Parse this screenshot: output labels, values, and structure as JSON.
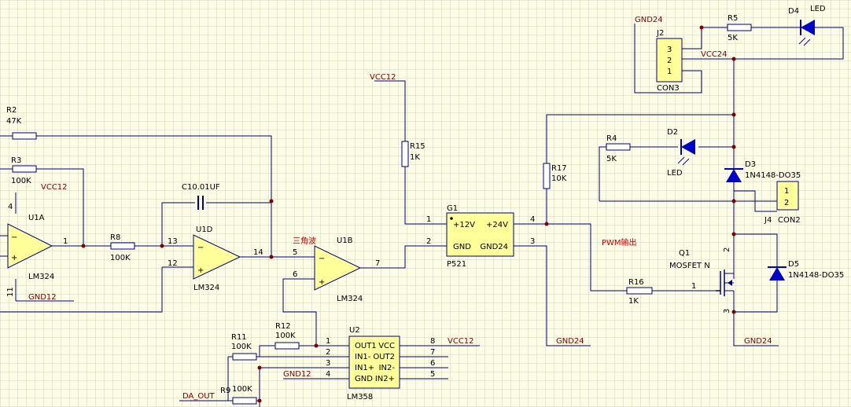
{
  "palette": {
    "background": "#fdfde6",
    "grid": "#ccd4c4",
    "wire": "#000080",
    "component_fill": "#ffff99",
    "led_blue": "#0000cc",
    "junction": "#800000",
    "net_label": "#800000",
    "annotation": "#cc0000"
  },
  "components": {
    "r2": {
      "ref": "R2",
      "value": "47K"
    },
    "r3": {
      "ref": "R3",
      "value": "100K"
    },
    "r8": {
      "ref": "R8",
      "value": "100K"
    },
    "r9": {
      "ref": "R9",
      "value": "100K"
    },
    "r11": {
      "ref": "R11",
      "value": "100K"
    },
    "r12": {
      "ref": "R12",
      "value": "100K"
    },
    "r15": {
      "ref": "R15",
      "value": "1K"
    },
    "r16": {
      "ref": "R16",
      "value": "1K"
    },
    "r17": {
      "ref": "R17",
      "value": "10K"
    },
    "r4": {
      "ref": "R4",
      "value": "5K"
    },
    "r5": {
      "ref": "R5",
      "value": "5K"
    },
    "c1": {
      "label": "C10.01UF"
    },
    "u1a": {
      "ref": "U1A",
      "part": "LM324",
      "pin_out": "1",
      "pin_vcc": "4",
      "pin_gnd": "11"
    },
    "u1d": {
      "ref": "U1D",
      "part": "LM324",
      "pin_in_a": "13",
      "pin_in_b": "12",
      "pin_out": "14"
    },
    "u1b": {
      "ref": "U1B",
      "part": "LM324",
      "pin_in_a": "5",
      "pin_in_b": "6",
      "pin_out": "7"
    },
    "g1": {
      "ref": "G1",
      "part": "P521",
      "pin1": "+12V",
      "pin2": "GND",
      "pin3": "GND24",
      "pin4": "+24V",
      "n1": "1",
      "n2": "2",
      "n3": "3",
      "n4": "4"
    },
    "u2": {
      "ref": "U2",
      "part": "LM358",
      "left_pins": [
        "OUT1",
        "IN1-",
        "IN1+",
        "GND"
      ],
      "right_pins": [
        "VCC",
        "OUT2",
        "IN2-",
        "IN2+"
      ],
      "left_nums": [
        "1",
        "2",
        "3",
        "4"
      ],
      "right_nums": [
        "8",
        "7",
        "6",
        "5"
      ]
    },
    "j2": {
      "ref": "J2",
      "part": "CON3",
      "pins": [
        "3",
        "2",
        "1"
      ]
    },
    "j4": {
      "ref": "J4",
      "part": "CON2",
      "pins": [
        "1",
        "2"
      ]
    },
    "d2": {
      "ref": "D2",
      "label": "LED"
    },
    "d4": {
      "ref": "D4",
      "label": "LED"
    },
    "d3": {
      "ref": "D3",
      "part": "1N4148-DO35"
    },
    "d5": {
      "ref": "D5",
      "part": "1N4148-DO35"
    },
    "q1": {
      "ref": "Q1",
      "part": "MOSFET N",
      "pin1": "1",
      "pin2": "2",
      "pin3": "3"
    }
  },
  "nets": {
    "vcc12_a": "VCC12",
    "vcc12_b": "VCC12",
    "vcc12_c": "VCC12",
    "gnd12_a": "GND12",
    "gnd12_b": "GND12",
    "gnd24_a": "GND24",
    "gnd24_b": "GND24",
    "gnd24_c": "GND24",
    "vcc24": "VCC24",
    "da_out": "DA_OUT"
  },
  "annotations": {
    "triangle": "三角波",
    "pwm": "PWM输出"
  }
}
